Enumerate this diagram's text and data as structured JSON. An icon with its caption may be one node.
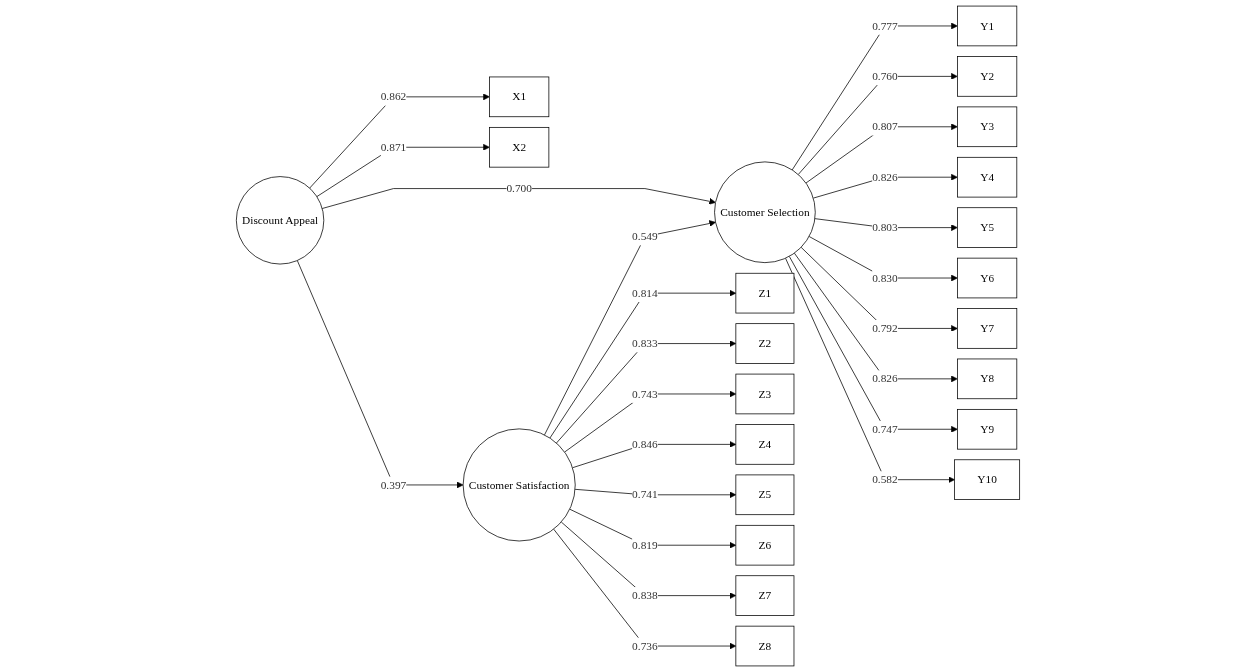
{
  "diagram": {
    "nodes": [
      {
        "text": [
          "X1"
        ]
      },
      {
        "text": [
          "X2"
        ]
      },
      {
        "text": [
          "Discount Appeal"
        ]
      },
      {
        "text": [
          "Customer Selection"
        ]
      },
      {
        "text": [
          "Customer Satisfaction"
        ]
      },
      {
        "text": [
          "Y1"
        ]
      },
      {
        "text": [
          "Y2"
        ]
      },
      {
        "text": [
          "Y3"
        ]
      },
      {
        "text": [
          "Y4"
        ]
      },
      {
        "text": [
          "Y5"
        ]
      },
      {
        "text": [
          "Y6"
        ]
      },
      {
        "text": [
          "Y7"
        ]
      },
      {
        "text": [
          "Y8"
        ]
      },
      {
        "text": [
          "Y9"
        ]
      },
      {
        "text": [
          "Y10"
        ]
      },
      {
        "text": [
          "Z1"
        ]
      },
      {
        "text": [
          "Z2"
        ]
      },
      {
        "text": [
          "Z3"
        ]
      },
      {
        "text": [
          "Z4"
        ]
      },
      {
        "text": [
          "Z5"
        ]
      },
      {
        "text": [
          "Z6"
        ]
      },
      {
        "text": [
          "Z7"
        ]
      },
      {
        "text": [
          "Z8"
        ]
      }
    ],
    "edges": [
      {
        "from": 2,
        "to": 0,
        "arrow": "to",
        "label": "0.862"
      },
      {
        "from": 2,
        "to": 1,
        "arrow": "to",
        "label": "0.871"
      },
      {
        "from": 2,
        "to": 3,
        "arrow": "to",
        "label": "0.700"
      },
      {
        "from": 2,
        "to": 4,
        "arrow": "to",
        "label": "0.397"
      },
      {
        "from": 4,
        "to": 3,
        "arrow": "to",
        "label": "0.549"
      },
      {
        "from": 3,
        "to": 5,
        "arrow": "to",
        "label": "0.777"
      },
      {
        "from": 3,
        "to": 6,
        "arrow": "to",
        "label": "0.760"
      },
      {
        "from": 3,
        "to": 7,
        "arrow": "to",
        "label": "0.807"
      },
      {
        "from": 3,
        "to": 8,
        "arrow": "to",
        "label": "0.826"
      },
      {
        "from": 3,
        "to": 9,
        "arrow": "to",
        "label": "0.803"
      },
      {
        "from": 3,
        "to": 10,
        "arrow": "to",
        "label": "0.830"
      },
      {
        "from": 3,
        "to": 11,
        "arrow": "to",
        "label": "0.792"
      },
      {
        "from": 3,
        "to": 12,
        "arrow": "to",
        "label": "0.826"
      },
      {
        "from": 3,
        "to": 13,
        "arrow": "to",
        "label": "0.747"
      },
      {
        "from": 3,
        "to": 14,
        "arrow": "to",
        "label": "0.582"
      },
      {
        "from": 4,
        "to": 15,
        "arrow": "to",
        "label": "0.814"
      },
      {
        "from": 4,
        "to": 16,
        "arrow": "to",
        "label": "0.833"
      },
      {
        "from": 4,
        "to": 17,
        "arrow": "to",
        "label": "0.743"
      },
      {
        "from": 4,
        "to": 18,
        "arrow": "to",
        "label": "0.846"
      },
      {
        "from": 4,
        "to": 19,
        "arrow": "to",
        "label": "0.741"
      },
      {
        "from": 4,
        "to": 20,
        "arrow": "to",
        "label": "0.819"
      },
      {
        "from": 4,
        "to": 21,
        "arrow": "to",
        "label": "0.838"
      },
      {
        "from": 4,
        "to": 22,
        "arrow": "to",
        "label": "0.736"
      }
    ]
  }
}
